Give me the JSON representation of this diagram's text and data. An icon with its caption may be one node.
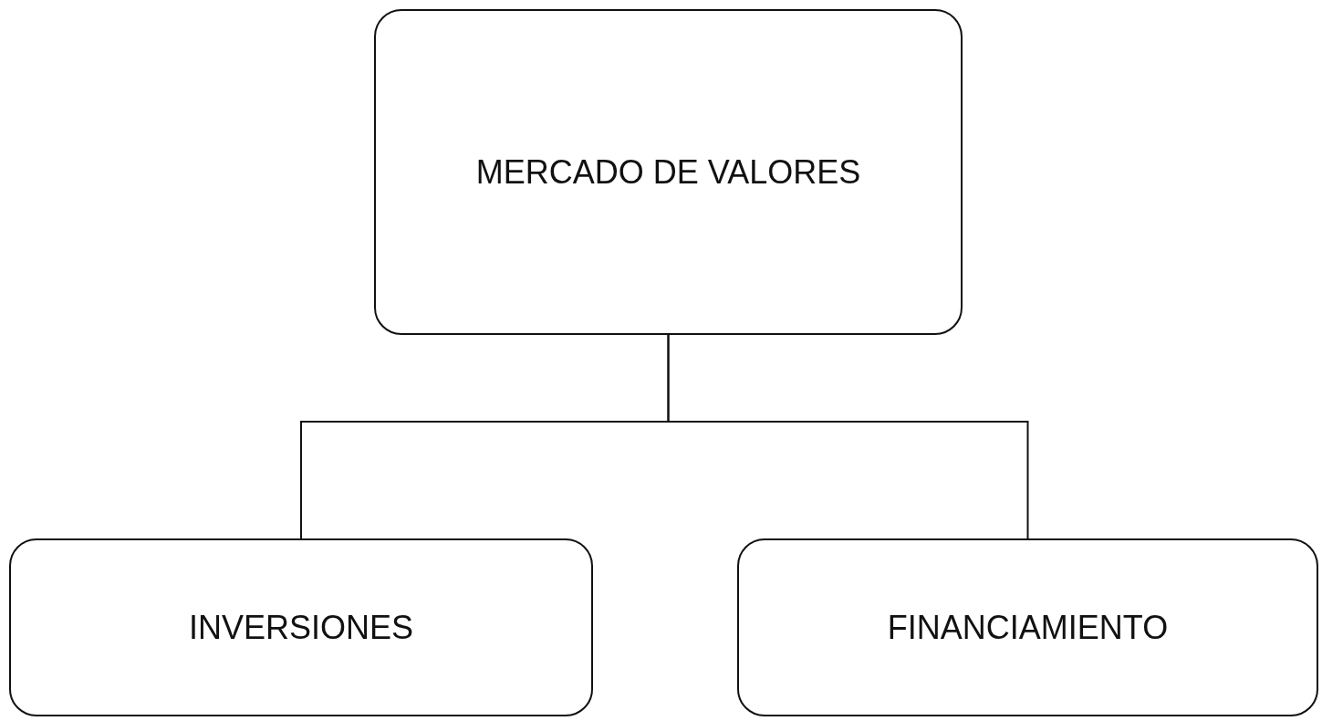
{
  "diagram": {
    "nodes": [
      {
        "text": [
          "MERCADO DE VALORES"
        ]
      },
      {
        "text": [
          "INVERSIONES"
        ]
      },
      {
        "text": [
          "FINANCIAMIENTO"
        ]
      }
    ],
    "edges": [
      {
        "from": 0,
        "to": 1,
        "arrow": "none"
      },
      {
        "from": 0,
        "to": 2,
        "arrow": "none"
      }
    ]
  }
}
